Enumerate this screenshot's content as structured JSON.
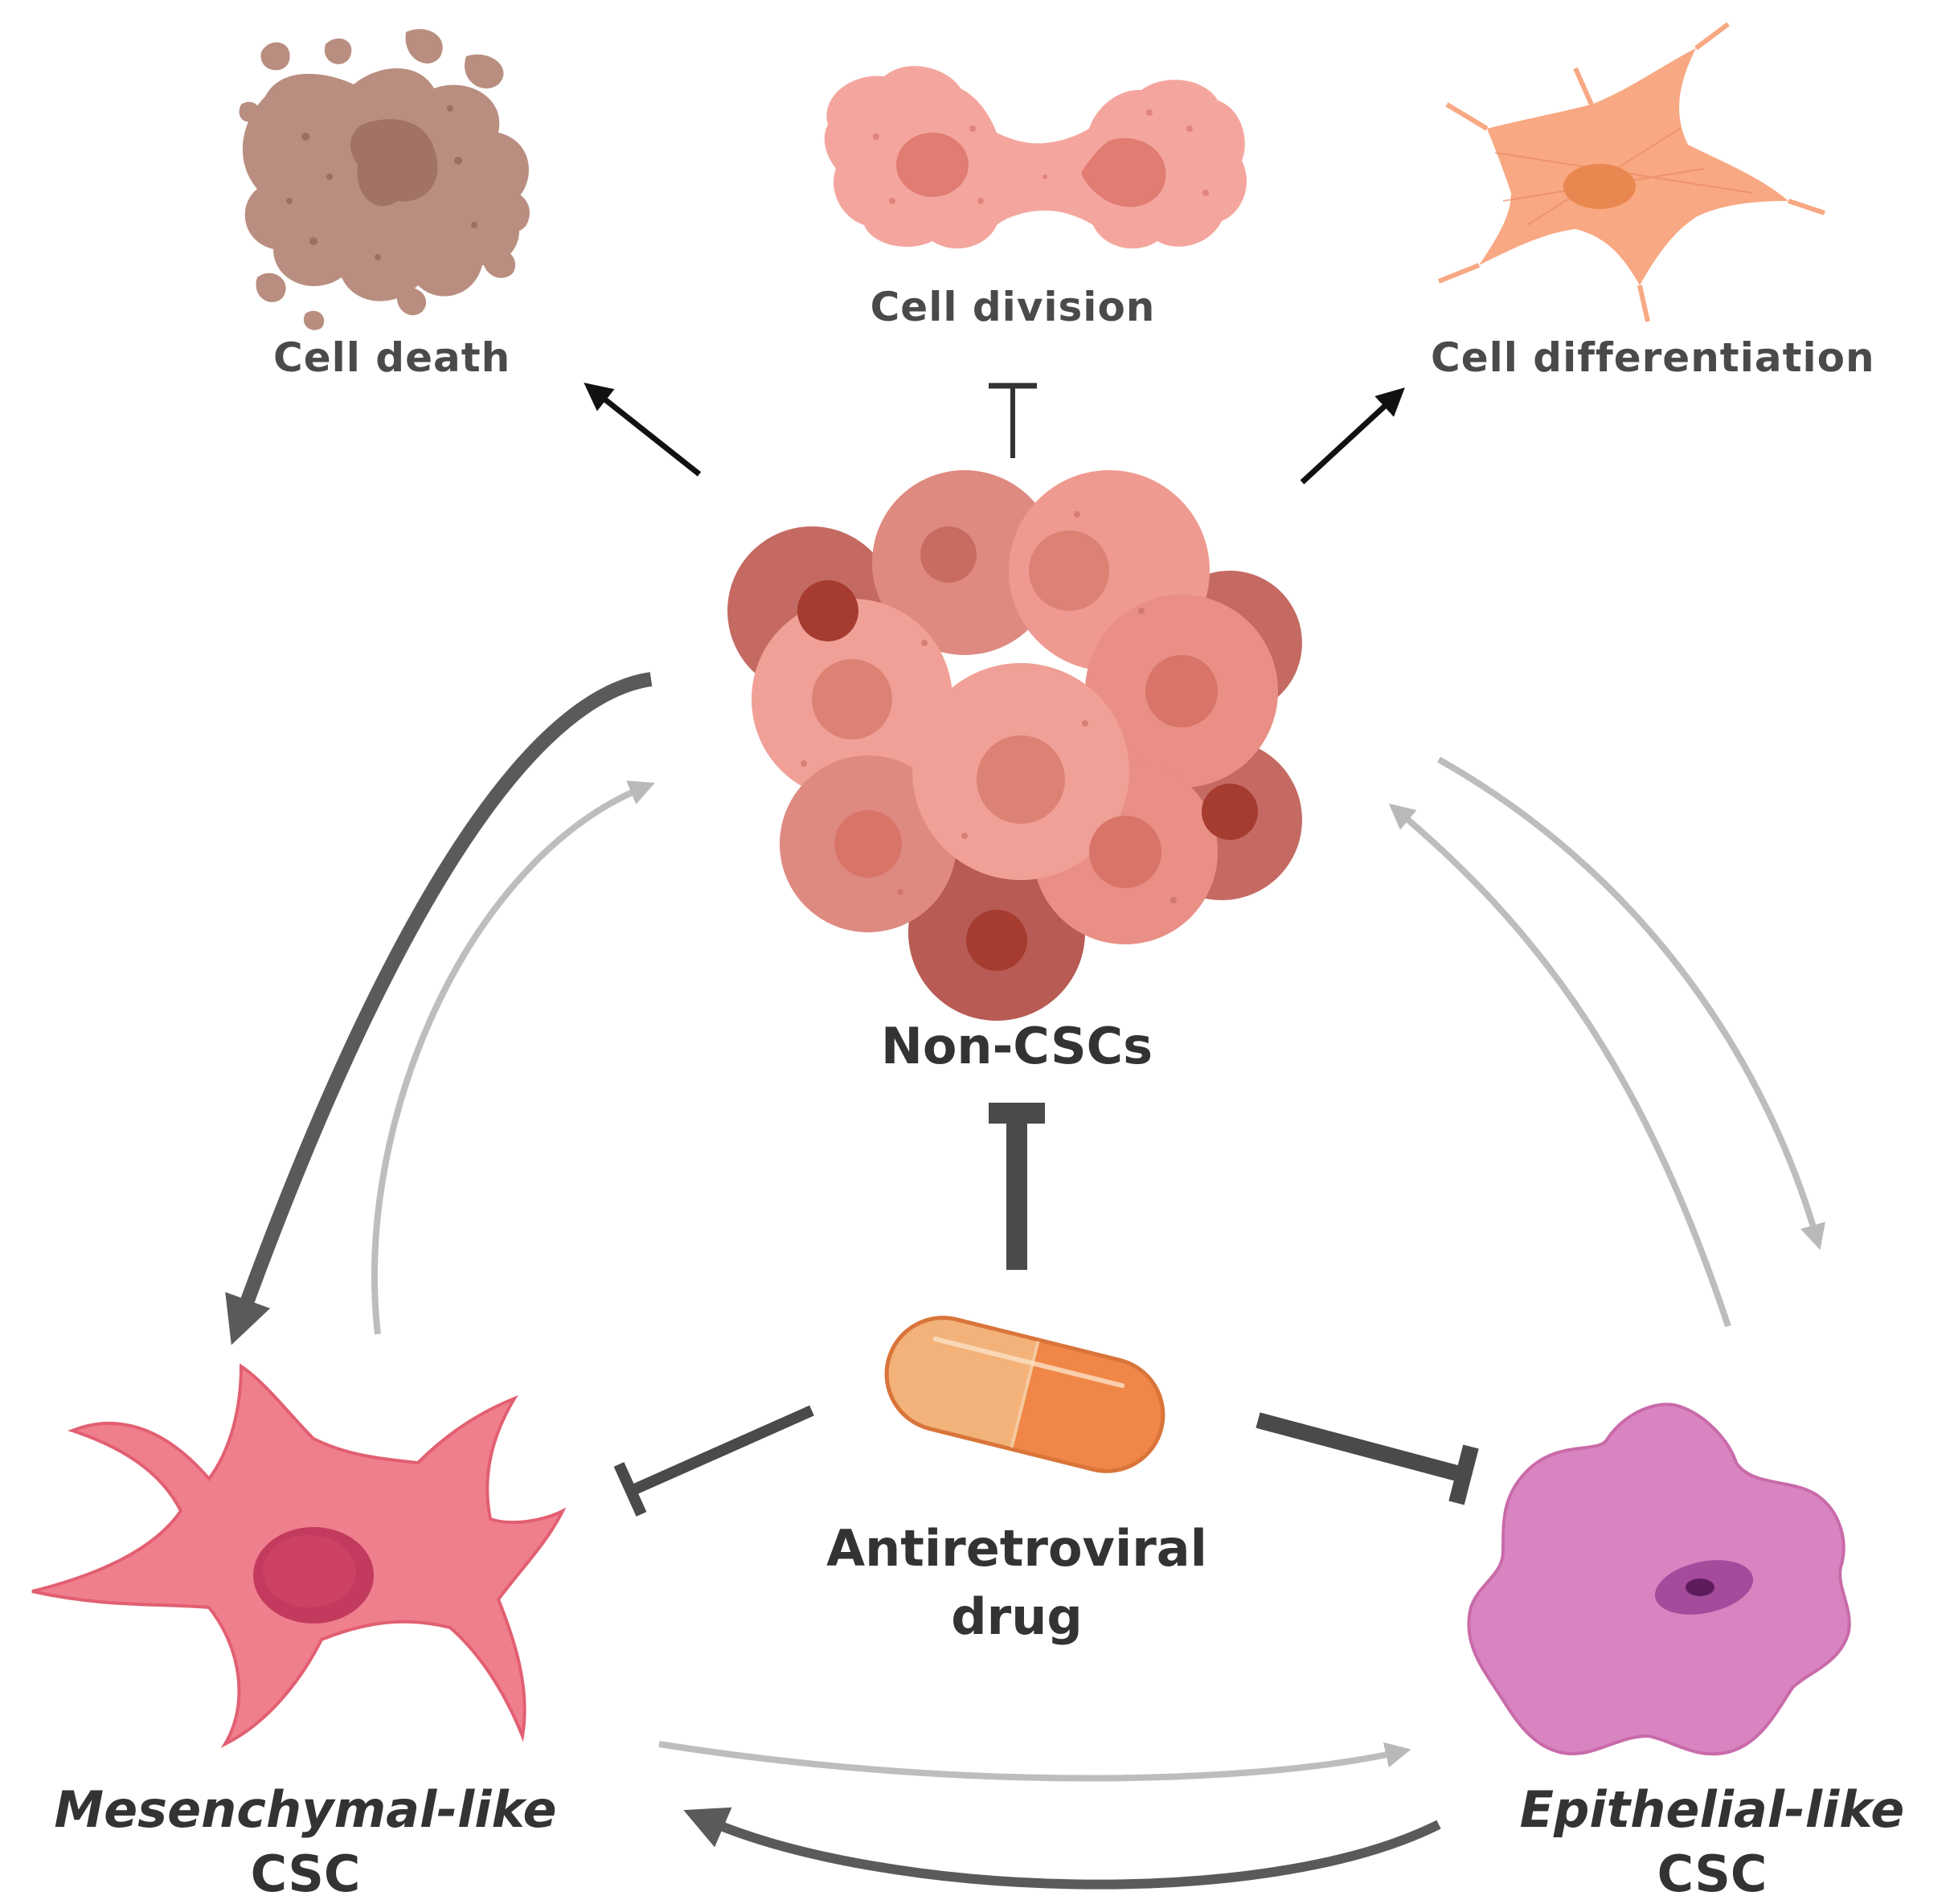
{
  "labels": {
    "cell_death": "Cell death",
    "cell_division": "Cell division",
    "cell_differentiation": "Cell differentiation",
    "non_cscs": "Non-CSCs",
    "drug_line1": "Antiretroviral",
    "drug_line2": "drug",
    "mesenchymal_line1": "Mesenchymal-like",
    "mesenchymal_line2": "CSC",
    "epithelial_line1": "Epithelial-like",
    "epithelial_line2": "CSC"
  },
  "icons": {
    "cell_death": "dying-cell-icon",
    "cell_division": "dividing-cell-icon",
    "cell_differentiation": "differentiated-cell-icon",
    "non_cscs": "tumor-cluster-icon",
    "drug": "capsule-pill-icon",
    "mesenchymal": "mesenchymal-cell-icon",
    "epithelial": "epithelial-cell-icon"
  },
  "colors": {
    "cell_death": "#b98e80",
    "cell_division": "#f3a39b",
    "cell_differentiation": "#f8a882",
    "tumor": "#e48b80",
    "mesenchymal": "#f07f8e",
    "epithelial": "#d984c1",
    "capsule_light": "#f2b27a",
    "capsule_dark": "#f08647",
    "arrow_dark": "#5a5a5a",
    "arrow_light": "#bdbdbd"
  }
}
